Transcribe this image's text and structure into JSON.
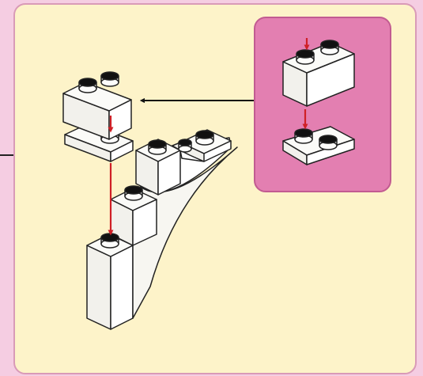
{
  "step": {
    "title": "",
    "description": ""
  },
  "colors": {
    "page_background": "#f5cde2",
    "panel_background": "#fdf3c9",
    "panel_border": "#d99ab7",
    "inset_background": "#e37fb1",
    "inset_border": "#c25b91",
    "brick_face": "#fdfdfb",
    "brick_stroke": "#222222",
    "stud_top": "#111111",
    "placement_arrow": "#cf1f26",
    "reference_arrow": "#111111"
  },
  "icons": {
    "main_assembly": "lego-arch-assembly",
    "sub_assembly": "lego-brick-onto-plate",
    "placement_arrow": "red-down-arrow",
    "reference_arrow": "black-left-arrow"
  }
}
